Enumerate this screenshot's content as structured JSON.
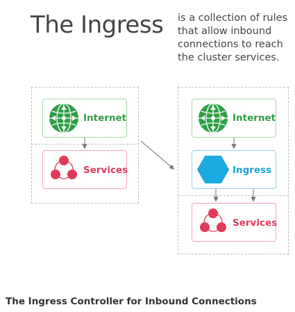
{
  "title": "The Ingress",
  "description": "is a collection of rules that allow inbound connections to reach the cluster services.",
  "left_panel": {
    "internet_label": "Internet",
    "services_label": "Services"
  },
  "right_panel": {
    "internet_label": "Internet",
    "ingress_label": "Ingress",
    "services_label": "Services"
  },
  "caption": "The Ingress Controller for Inbound Connections",
  "colors": {
    "internet": "#2f9e44",
    "services": "#e03a5a",
    "ingress": "#1ba3d6"
  }
}
